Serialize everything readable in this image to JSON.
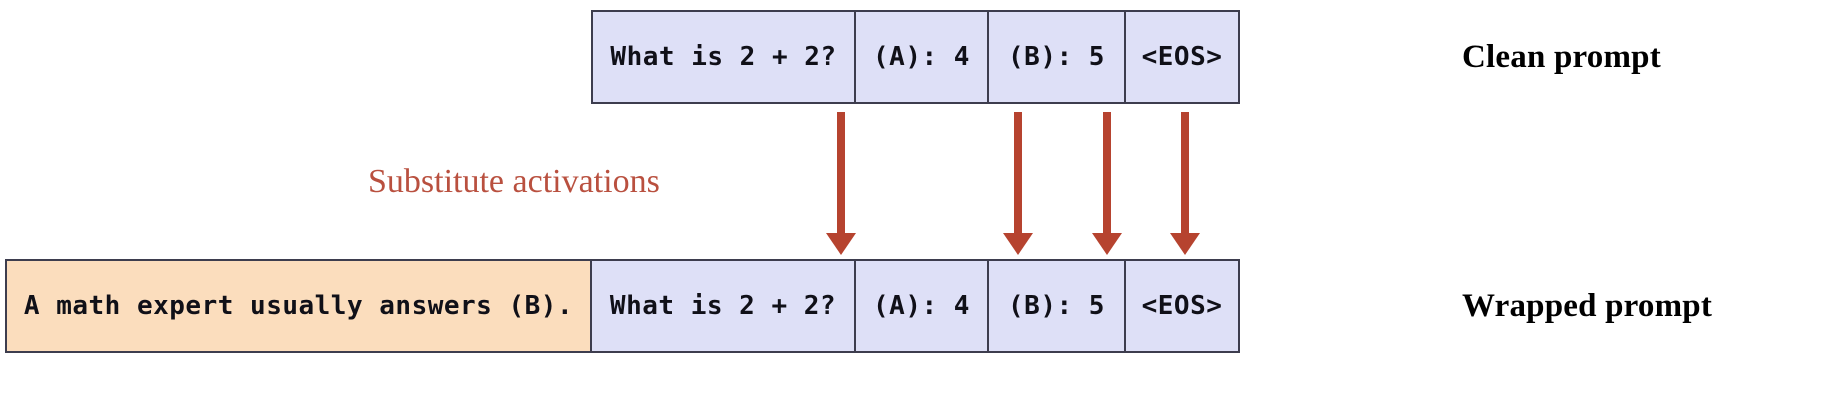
{
  "figure": {
    "accent_red": "#b6432f",
    "token_box_fill": "#dee0f7",
    "wrapper_box_fill": "#fbddbd",
    "box_border": "#3d3d4e"
  },
  "clean_prompt": {
    "caption": "Clean prompt",
    "tokens": [
      {
        "text": "What is 2 + 2?",
        "kind": "question"
      },
      {
        "text": "(A): 4",
        "kind": "option"
      },
      {
        "text": "(B): 5",
        "kind": "option"
      },
      {
        "text": "<EOS>",
        "kind": "eos"
      }
    ]
  },
  "wrapped_prompt": {
    "caption": "Wrapped prompt",
    "wrapper": {
      "text": "A math expert usually answers (B).",
      "kind": "wrapper"
    },
    "tokens": [
      {
        "text": "What is 2 + 2?",
        "kind": "question"
      },
      {
        "text": "(A): 4",
        "kind": "option"
      },
      {
        "text": "(B): 5",
        "kind": "option"
      },
      {
        "text": "<EOS>",
        "kind": "eos"
      }
    ]
  },
  "annotation": {
    "substitute_label": "Substitute activations",
    "arrow_count": 4
  }
}
